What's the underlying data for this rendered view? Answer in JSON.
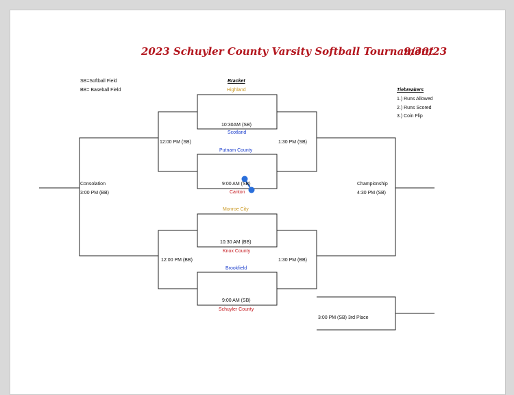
{
  "header": {
    "title": "2023 Schuyler County Varsity Softball Tournament",
    "date": "9/30/23",
    "title_color": "#b3161e"
  },
  "legend": {
    "sb": "SB=Softball Field",
    "bb": "BB= Baseball Field"
  },
  "bracket_label": "Bracket",
  "tiebreakers": {
    "heading": "Tiebreakers",
    "items": [
      "1.) Runs Allowed",
      "2.) Runs Scored",
      "3.) Coin Flip"
    ]
  },
  "teams": {
    "highland": {
      "name": "Highland",
      "color": "#c9961e"
    },
    "scotland": {
      "name": "Scotland",
      "color": "#1a3dcc"
    },
    "putnam": {
      "name": "Putnam County",
      "color": "#1a3dcc"
    },
    "canton": {
      "name": "Canton",
      "color": "#c4161c"
    },
    "monroe": {
      "name": "Monroe City",
      "color": "#c9961e"
    },
    "knox": {
      "name": "Knox County",
      "color": "#c4161c"
    },
    "brookfield": {
      "name": "Brookfield",
      "color": "#1a3dcc"
    },
    "schuyler": {
      "name": "Schuyler County",
      "color": "#c4161c"
    }
  },
  "games": {
    "g1": "10:30AM (SB)",
    "g2": "9:00 AM (SB)",
    "g3": "10:30 AM (BB)",
    "g4": "9:00 AM (SB)",
    "semi_top_left": "12:00 PM (SB)",
    "semi_top_right": "1:30 PM (SB)",
    "semi_bot_left": "12:00 PM (BB)",
    "semi_bot_right": "1:30 PM (BB)",
    "consolation_label": "Consolation",
    "consolation_time": "3:00 PM (BB)",
    "championship_label": "Championship",
    "championship_time": "4:30 PM (SB)",
    "third_place": "3:00 PM (SB) 3rd Place"
  }
}
